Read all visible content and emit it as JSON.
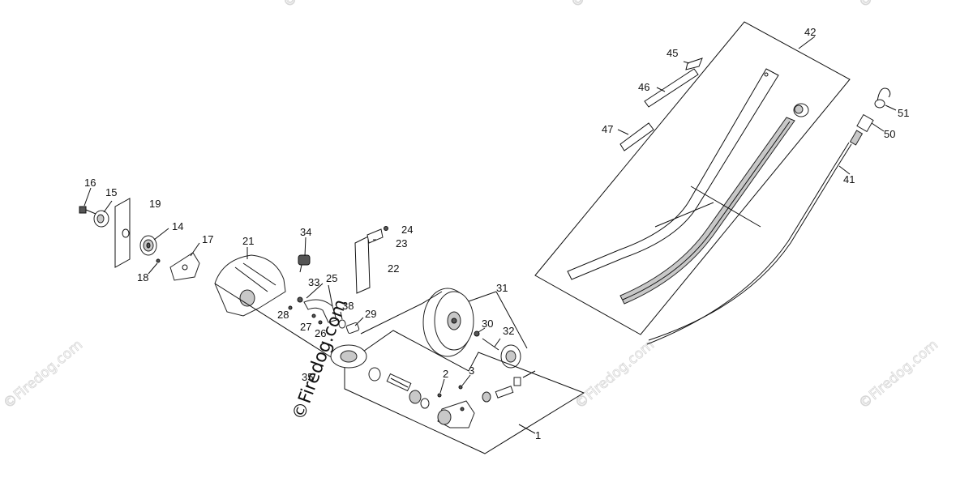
{
  "diagram": {
    "copyright": "©Firedog.com",
    "watermarks": [
      "©Firedog.com",
      "©Firedog.com",
      "©Firedog.com",
      "©Firedog.com",
      "©Firedog.com",
      "©Firedog.com"
    ],
    "part_labels": {
      "p1": "1",
      "p2": "2",
      "p3": "3",
      "p14": "14",
      "p15": "15",
      "p16": "16",
      "p17": "17",
      "p18": "18",
      "p19": "19",
      "p21": "21",
      "p22": "22",
      "p23": "23",
      "p24": "24",
      "p25": "25",
      "p26": "26",
      "p27": "27",
      "p28": "28",
      "p29": "29",
      "p30": "30",
      "p31": "31",
      "p32": "32",
      "p33": "33",
      "p34": "34",
      "p35": "35",
      "p38": "38",
      "p41": "41",
      "p42": "42",
      "p45": "45",
      "p46": "46",
      "p47": "47",
      "p50": "50",
      "p51": "51"
    }
  }
}
